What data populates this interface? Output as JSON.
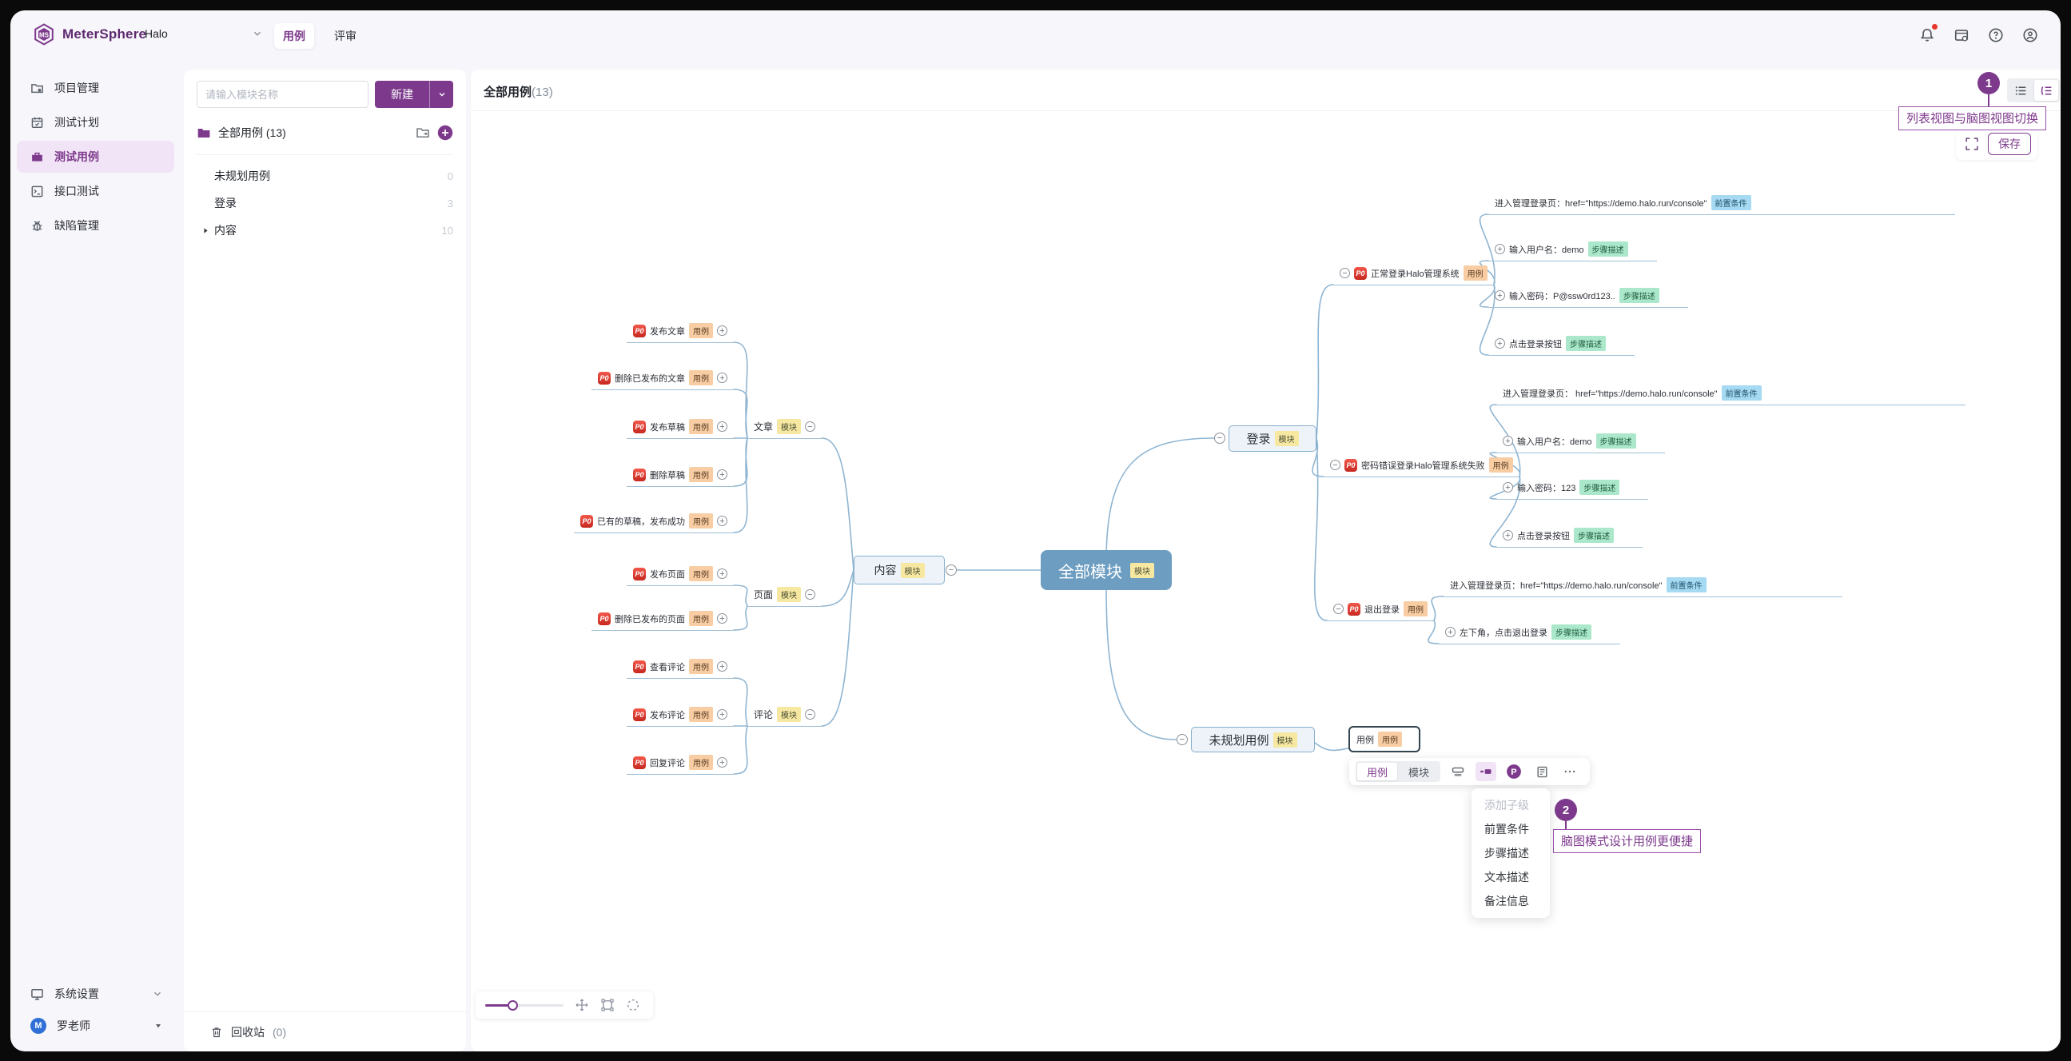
{
  "topbar": {
    "brand": "MeterSphere",
    "project": "Halo",
    "tabs": [
      {
        "label": "用例",
        "active": true
      },
      {
        "label": "评审",
        "active": false
      }
    ]
  },
  "sidebar": {
    "items": [
      {
        "label": "项目管理",
        "icon": "project-icon",
        "active": false
      },
      {
        "label": "测试计划",
        "icon": "plan-icon",
        "active": false
      },
      {
        "label": "测试用例",
        "icon": "case-icon",
        "active": true
      },
      {
        "label": "接口测试",
        "icon": "api-icon",
        "active": false
      },
      {
        "label": "缺陷管理",
        "icon": "bug-icon",
        "active": false
      }
    ],
    "footer": [
      {
        "label": "系统设置",
        "icon": "settings-icon",
        "chevron": "down"
      },
      {
        "label": "罗老师",
        "icon": "avatar",
        "avatar_letter": "M",
        "chevron": "triangle"
      }
    ]
  },
  "tree_panel": {
    "search_placeholder": "请输入模块名称",
    "new_button_label": "新建",
    "root": {
      "label": "全部用例 (13)"
    },
    "items": [
      {
        "label": "未规划用例",
        "count": "0",
        "caret": false
      },
      {
        "label": "登录",
        "count": "3",
        "caret": false
      },
      {
        "label": "内容",
        "count": "10",
        "caret": true
      }
    ],
    "recycle": {
      "label": "回收站",
      "count": "(0)"
    }
  },
  "content_header": {
    "title": "全部用例",
    "count": "(13)",
    "save_label": "保存"
  },
  "annotations": [
    {
      "badge": "1",
      "label": "列表视图与脑图视图切换"
    },
    {
      "badge": "2",
      "label": "脑图模式设计用例更便捷"
    }
  ],
  "mindmap": {
    "root": {
      "text": "全部模块",
      "tag": "模块"
    },
    "boxes": {
      "content": {
        "text": "内容",
        "tag": "模块"
      },
      "login": {
        "text": "登录",
        "tag": "模块"
      },
      "unplanned": {
        "text": "未规划用例",
        "tag": "模块"
      },
      "selected": {
        "text": "用例",
        "tag": "用例"
      }
    },
    "modules_left": [
      {
        "text": "文章",
        "tag": "模块"
      },
      {
        "text": "页面",
        "tag": "模块"
      },
      {
        "text": "评论",
        "tag": "模块"
      }
    ],
    "cases_left": [
      {
        "priority": "P0",
        "text": "发布文章",
        "tag": "用例"
      },
      {
        "priority": "P0",
        "text": "删除已发布的文章",
        "tag": "用例"
      },
      {
        "priority": "P0",
        "text": "发布草稿",
        "tag": "用例"
      },
      {
        "priority": "P0",
        "text": "删除草稿",
        "tag": "用例"
      },
      {
        "priority": "P0",
        "text": "已有的草稿，发布成功",
        "tag": "用例"
      },
      {
        "priority": "P0",
        "text": "发布页面",
        "tag": "用例"
      },
      {
        "priority": "P0",
        "text": "删除已发布的页面",
        "tag": "用例"
      },
      {
        "priority": "P0",
        "text": "查看评论",
        "tag": "用例"
      },
      {
        "priority": "P0",
        "text": "发布评论",
        "tag": "用例"
      },
      {
        "priority": "P0",
        "text": "回复评论",
        "tag": "用例"
      }
    ],
    "cases_right": [
      {
        "priority": "P0",
        "text": "正常登录Halo管理系统",
        "tag": "用例"
      },
      {
        "priority": "P0",
        "text": "密码错误登录Halo管理系统失败",
        "tag": "用例"
      },
      {
        "priority": "P0",
        "text": "退出登录",
        "tag": "用例"
      }
    ],
    "steps_right": [
      {
        "text": "进入管理登录页：href=\"https://demo.halo.run/console\"",
        "tag": "前置条件"
      },
      {
        "text": "输入用户名：demo",
        "tag": "步骤描述"
      },
      {
        "text": "输入密码：P@ssw0rd123..",
        "tag": "步骤描述"
      },
      {
        "text": "点击登录按钮",
        "tag": "步骤描述"
      },
      {
        "text": "进入管理登录页： href=\"https://demo.halo.run/console\"",
        "tag": "前置条件"
      },
      {
        "text": "输入用户名：demo",
        "tag": "步骤描述"
      },
      {
        "text": "输入密码：123",
        "tag": "步骤描述"
      },
      {
        "text": "点击登录按钮",
        "tag": "步骤描述"
      },
      {
        "text": "进入管理登录页：href=\"https://demo.halo.run/console\"",
        "tag": "前置条件"
      },
      {
        "text": "左下角，点击退出登录",
        "tag": "步骤描述"
      }
    ]
  },
  "node_toolbar": {
    "segments": [
      {
        "label": "用例",
        "active": true
      },
      {
        "label": "模块",
        "active": false
      }
    ],
    "icons": [
      {
        "name": "card-icon",
        "active": false
      },
      {
        "name": "step-icon",
        "active": true
      },
      {
        "name": "priority-icon",
        "active": false
      },
      {
        "name": "document-icon",
        "active": false
      },
      {
        "name": "more-icon",
        "active": false
      }
    ]
  },
  "context_menu": {
    "items": [
      {
        "label": "添加子级",
        "disabled": true
      },
      {
        "label": "前置条件",
        "disabled": false
      },
      {
        "label": "步骤描述",
        "disabled": false
      },
      {
        "label": "文本描述",
        "disabled": false
      },
      {
        "label": "备注信息",
        "disabled": false
      }
    ]
  },
  "colors": {
    "accent": "#7d3a8c",
    "root_node": "#6d9ec1",
    "line": "#8fb5d2",
    "tag_module": "#f7e8a1",
    "tag_case": "#f8cda4",
    "tag_precondition": "#a6d9f2",
    "tag_step": "#abe8cb",
    "priority": "#d32f2f",
    "notification": "#e8352c"
  }
}
